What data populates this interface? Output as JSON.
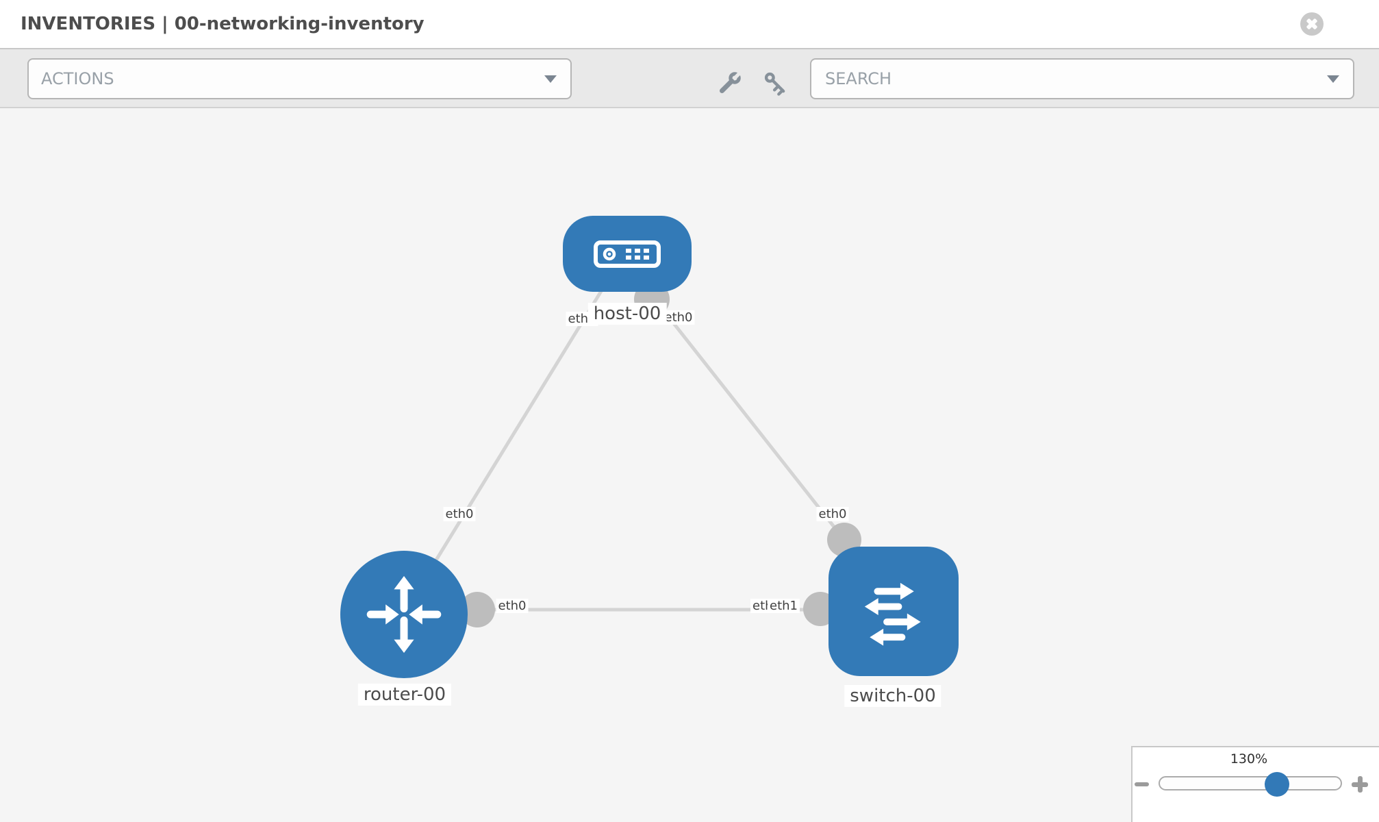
{
  "header": {
    "title": "INVENTORIES | 00-networking-inventory"
  },
  "toolbar": {
    "actions_placeholder": "ACTIONS",
    "search_placeholder": "SEARCH"
  },
  "zoom": {
    "level": "130%"
  },
  "topology": {
    "nodes": [
      {
        "id": "host-00",
        "label": "host-00",
        "type": "host"
      },
      {
        "id": "router-00",
        "label": "router-00",
        "type": "router"
      },
      {
        "id": "switch-00",
        "label": "switch-00",
        "type": "switch"
      }
    ],
    "links": [
      {
        "source": "host-00",
        "source_if": "eth0",
        "target": "router-00",
        "target_if": "eth0"
      },
      {
        "source": "host-00",
        "source_if": "eth0",
        "target": "switch-00",
        "target_if": "eth0"
      },
      {
        "source": "router-00",
        "source_if": "eth0",
        "target": "switch-00",
        "target_if": "eth1",
        "occluded_if": "eth0"
      }
    ]
  },
  "colors": {
    "node_blue": "#337ab7",
    "link_gray": "#d4d4d4",
    "connector_gray": "#bdbdbd"
  }
}
